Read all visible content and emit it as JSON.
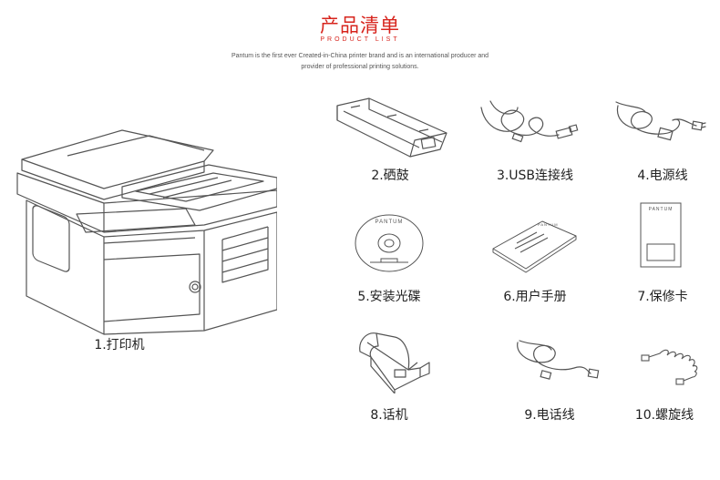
{
  "header": {
    "title": "产品清单",
    "subtitle": "PRODUCT LIST",
    "description_line1": "Pantum is the first ever Created-in-China printer brand and is an international producer and",
    "description_line2": "provider of professional printing solutions."
  },
  "items": [
    {
      "label": "1.打印机",
      "icon": "printer-icon"
    },
    {
      "label": "2.硒鼓",
      "icon": "toner-cartridge-icon"
    },
    {
      "label": "3.USB连接线",
      "icon": "usb-cable-icon"
    },
    {
      "label": "4.电源线",
      "icon": "power-cord-icon"
    },
    {
      "label": "5.安装光碟",
      "icon": "install-disc-icon",
      "disc_text": "PANTUM"
    },
    {
      "label": "6.用户手册",
      "icon": "user-manual-icon",
      "manual_text": "PANTUM"
    },
    {
      "label": "7.保修卡",
      "icon": "warranty-card-icon",
      "card_text": "PANTUM"
    },
    {
      "label": "8.话机",
      "icon": "telephone-handset-icon"
    },
    {
      "label": "9.电话线",
      "icon": "phone-line-icon"
    },
    {
      "label": "10.螺旋线",
      "icon": "coiled-cord-icon"
    }
  ]
}
